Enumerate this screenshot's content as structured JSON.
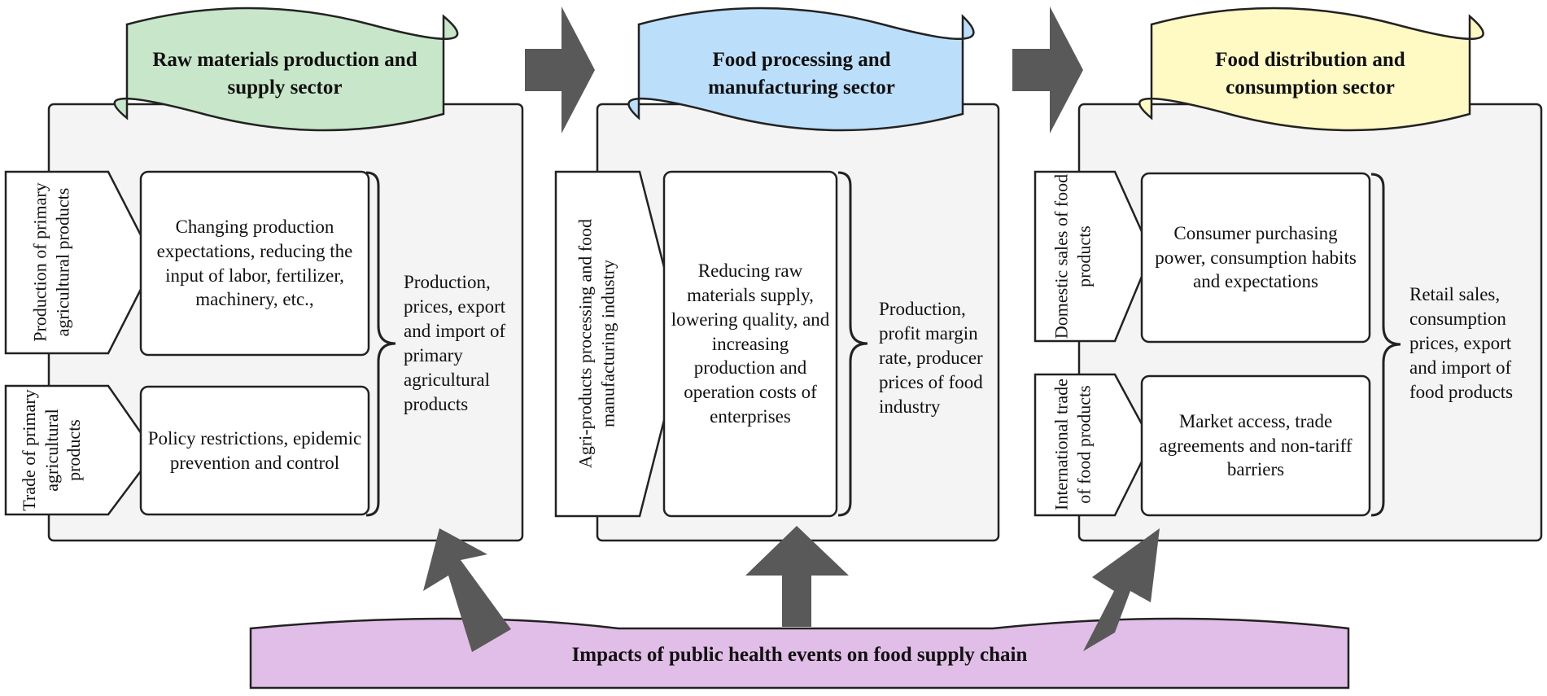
{
  "colors": {
    "panel_fill": "#f4f4f4",
    "stroke": "#222222",
    "arrow": "#595959",
    "banner_raw": "#c8e6c9",
    "banner_processing": "#bbdefb",
    "banner_distribution": "#fff9c4",
    "banner_impacts": "#e1bee7"
  },
  "sectors": [
    {
      "title": "Raw materials production and supply sector",
      "summary": "Production, prices, export and import of primary agricultural products",
      "stages": [
        {
          "label": "Production of primary agricultural products",
          "detail": "Changing production expectations, reducing the input of labor, fertilizer, machinery, etc.,"
        },
        {
          "label": "Trade of primary agricultural products",
          "detail": "Policy restrictions, epidemic prevention and control"
        }
      ]
    },
    {
      "title": "Food processing and manufacturing sector",
      "summary": "Production, profit margin rate, producer prices of food industry",
      "stages": [
        {
          "label": "Agri-products processing and food manufacturing industry",
          "detail": "Reducing raw materials supply, lowering quality, and increasing production and operation costs of enterprises"
        }
      ]
    },
    {
      "title": "Food distribution and consumption sector",
      "summary": "Retail sales, consumption prices, export and import of food products",
      "stages": [
        {
          "label": "Domestic sales of food products",
          "detail": "Consumer purchasing power, consumption habits and expectations"
        },
        {
          "label": "International trade of food products",
          "detail": "Market access, trade agreements and non-tariff barriers"
        }
      ]
    }
  ],
  "impacts": {
    "title": "Impacts of public health events on food supply chain"
  }
}
